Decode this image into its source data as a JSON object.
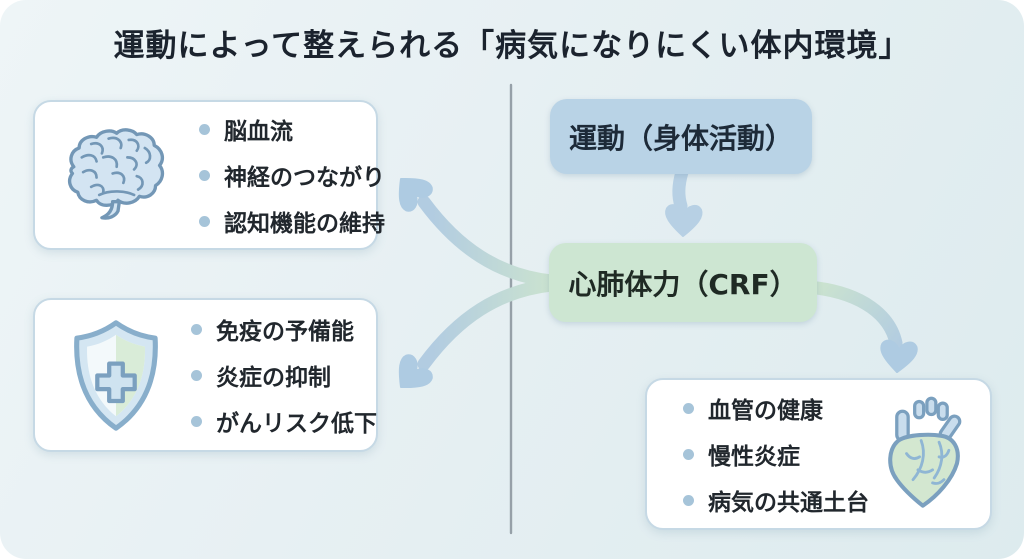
{
  "title": "運動によって整えられる「病気になりにくい体内環境」",
  "flow": {
    "exercise_label": "運動（身体活動）",
    "crf_label": "心肺体力（CRF）"
  },
  "panels": {
    "brain": {
      "icon": "brain-icon",
      "items": [
        "脳血流",
        "神経のつながり",
        "認知機能の維持"
      ]
    },
    "immune": {
      "icon": "shield-cross-icon",
      "items": [
        "免疫の予備能",
        "炎症の抑制",
        "がんリスク低下"
      ]
    },
    "cardio": {
      "icon": "anatomical-heart-icon",
      "items": [
        "血管の健康",
        "慢性炎症",
        "病気の共通土台"
      ]
    }
  },
  "colors": {
    "background": "#e7f0f3",
    "exercise_node_fill": "#b9d3e6",
    "crf_node_fill": "#cde6d2",
    "panel_border": "#c6d9e5",
    "bullet": "#a6c4d9",
    "arrow_blue": "#b4cee3",
    "arrow_green": "#cbe3cf",
    "arrowhead": "#aecbe2",
    "divider": "#96a0a8",
    "title_text": "#1b232e",
    "body_text": "#21272d"
  }
}
